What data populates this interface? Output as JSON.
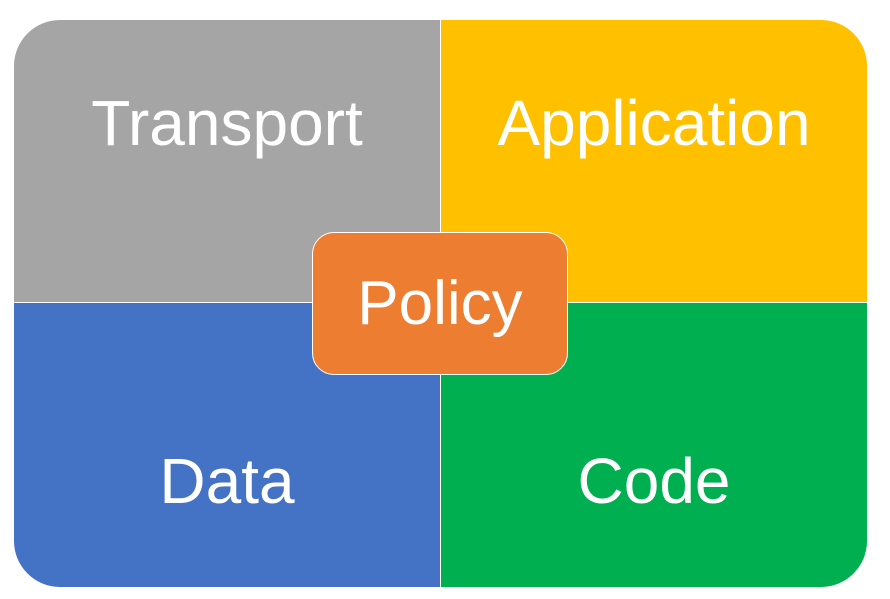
{
  "quadrants": {
    "transport": "Transport",
    "application": "Application",
    "data": "Data",
    "code": "Code"
  },
  "center": "Policy",
  "colors": {
    "transport": "#A5A5A5",
    "application": "#FFC000",
    "data": "#4472C4",
    "code": "#00B050",
    "policy": "#ED7D31"
  }
}
